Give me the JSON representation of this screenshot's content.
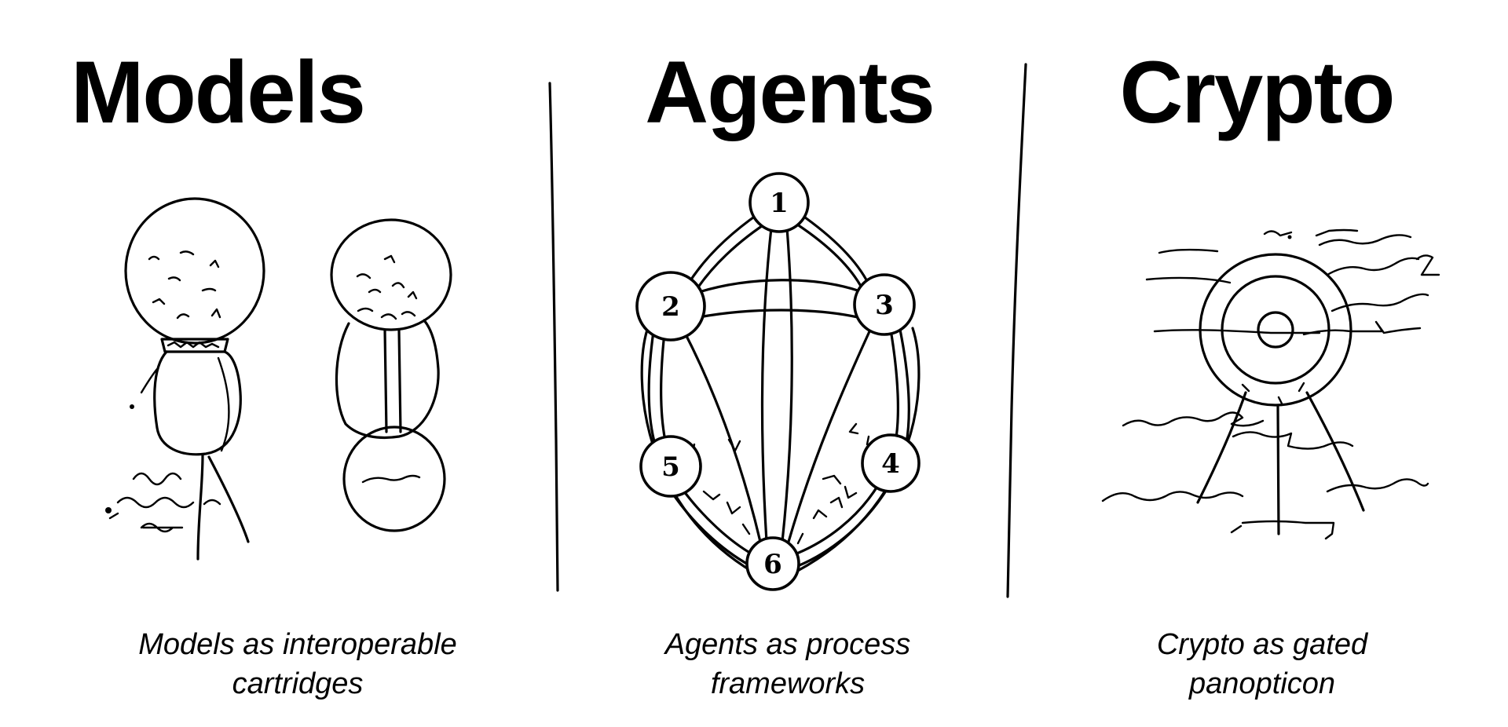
{
  "panels": [
    {
      "title": "Models",
      "caption": [
        "Models as interoperable",
        "cartridges"
      ],
      "icon": "cartridge-sketch-icon"
    },
    {
      "title": "Agents",
      "caption": [
        "Agents as process",
        "frameworks"
      ],
      "icon": "process-graph-icon",
      "nodes": [
        "1",
        "2",
        "3",
        "4",
        "5",
        "6"
      ]
    },
    {
      "title": "Crypto",
      "caption": [
        "Crypto as gated",
        "panopticon"
      ],
      "icon": "panopticon-target-icon"
    }
  ]
}
